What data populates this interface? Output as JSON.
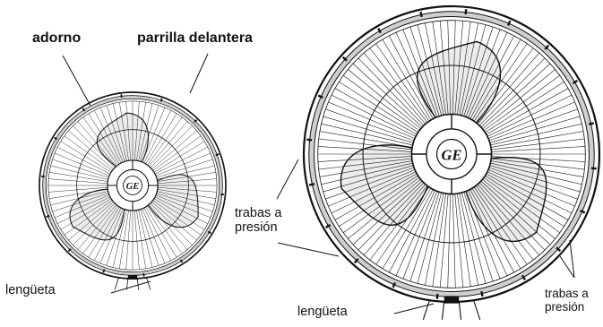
{
  "labels": {
    "adorno": "adorno",
    "parrilla_delantera": "parrilla delantera",
    "trabas_a_presion_left": "trabas a\npresión",
    "trabas_a_presion_right": "trabas a\npresión",
    "lengueta_left": "lengüeta",
    "lengueta_right": "lengüeta"
  },
  "logo_text": "GE"
}
